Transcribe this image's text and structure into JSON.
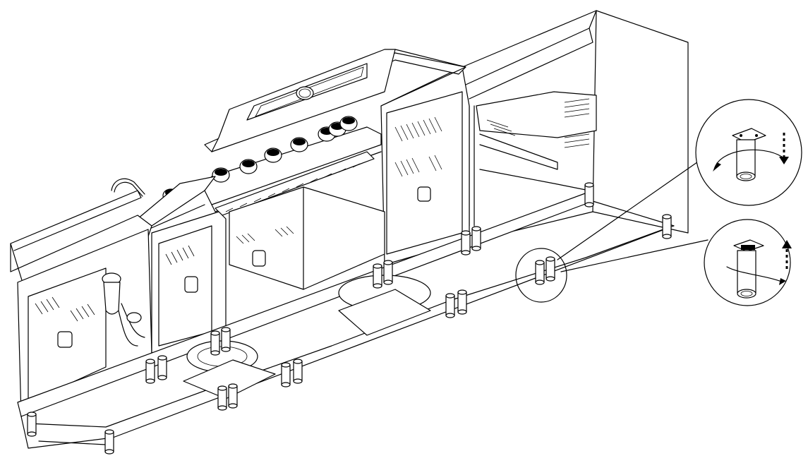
{
  "figure": {
    "kind": "assembly-diagram",
    "subject": "outdoor-kitchen-island-with-bbq-grill",
    "callouts": [
      {
        "id": "detail-lower",
        "icon": "leg-lower-arrows-icon",
        "direction": "down"
      },
      {
        "id": "detail-raise",
        "icon": "leg-raise-arrows-icon",
        "direction": "up"
      }
    ],
    "knob_count": 8,
    "colors": {
      "line": "#000000",
      "background": "#ffffff"
    }
  }
}
